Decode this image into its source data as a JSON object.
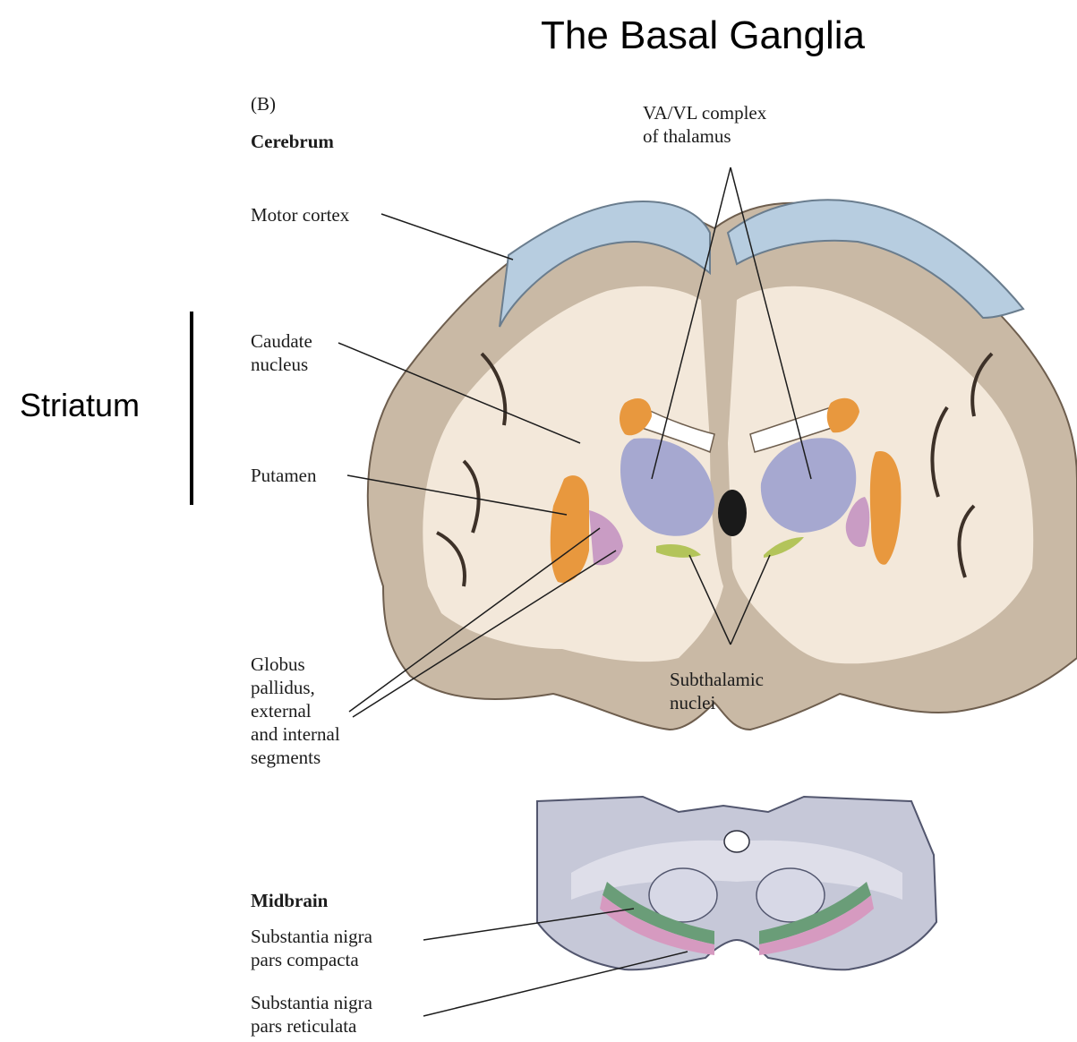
{
  "title": "The Basal Ganglia",
  "side_label": "Striatum",
  "figure": {
    "panel_letter": "(B)",
    "sections": {
      "cerebrum": "Cerebrum",
      "midbrain": "Midbrain"
    },
    "labels": {
      "motor_cortex": "Motor cortex",
      "caudate_line1": "Caudate",
      "caudate_line2": "nucleus",
      "putamen": "Putamen",
      "globus_line1": "Globus",
      "globus_line2": "pallidus,",
      "globus_line3": "external",
      "globus_line4": "and internal",
      "globus_line5": "segments",
      "vavl_line1": "VA/VL complex",
      "vavl_line2": "of thalamus",
      "subthalamic_line1": "Subthalamic",
      "subthalamic_line2": "nuclei",
      "sn_compacta_line1": "Substantia nigra",
      "sn_compacta_line2": "pars compacta",
      "sn_reticulata_line1": "Substantia nigra",
      "sn_reticulata_line2": "pars reticulata"
    },
    "colors": {
      "cortex_blue": "#b7cde0",
      "gray_matter": "#c9b9a5",
      "white_matter": "#f3e8da",
      "striatum_orange": "#e8983e",
      "thalamus_purple": "#a6a8d0",
      "globus_pink": "#c99cc4",
      "subthalamic_green": "#b3c45a",
      "midbrain_gray": "#c6c8d8",
      "nigra_green": "#6a9d78",
      "nigra_pink": "#d69ac0"
    }
  }
}
